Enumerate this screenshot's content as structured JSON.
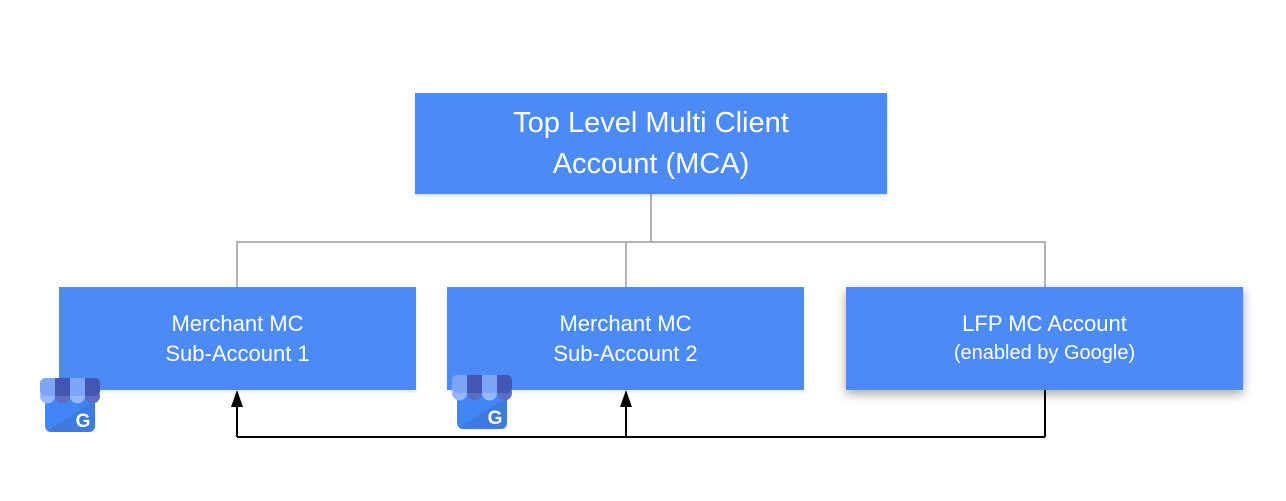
{
  "colors": {
    "box_fill": "#4C8BF5",
    "box_text": "#FFFFFF",
    "tree_line": "#B3B3B3",
    "arrow_line": "#000000"
  },
  "nodes": {
    "root": {
      "line1": "Top Level Multi Client",
      "line2": "Account (MCA)"
    },
    "children": [
      {
        "line1": "Merchant MC",
        "line2": "Sub-Account 1",
        "icon": "google-my-business-icon"
      },
      {
        "line1": "Merchant MC",
        "line2": "Sub-Account 2",
        "icon": "google-my-business-icon"
      },
      {
        "line1": "LFP MC Account",
        "line2": "(enabled by Google)"
      }
    ]
  },
  "icons": {
    "gmb_letter": "G"
  }
}
